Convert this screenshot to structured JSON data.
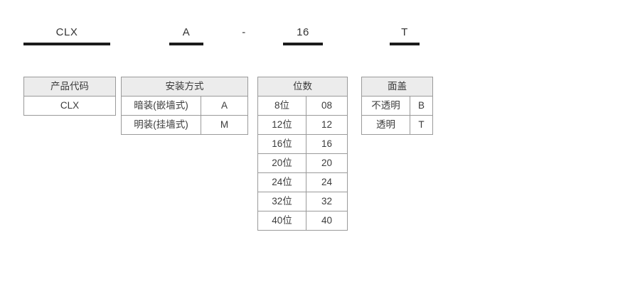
{
  "code_line": {
    "product_code": "CLX",
    "mounting": "A",
    "separator": "-",
    "ways": "16",
    "cover": "T"
  },
  "tables": {
    "product_code": {
      "header": "产品代码",
      "rows": [
        [
          "CLX"
        ]
      ]
    },
    "mounting": {
      "header": "安装方式",
      "rows": [
        [
          "暗装(嵌墙式)",
          "A"
        ],
        [
          "明装(挂墙式)",
          "M"
        ]
      ]
    },
    "ways": {
      "header": "位数",
      "rows": [
        [
          "8位",
          "08"
        ],
        [
          "12位",
          "12"
        ],
        [
          "16位",
          "16"
        ],
        [
          "20位",
          "20"
        ],
        [
          "24位",
          "24"
        ],
        [
          "32位",
          "32"
        ],
        [
          "40位",
          "40"
        ]
      ]
    },
    "cover": {
      "header": "面盖",
      "rows": [
        [
          "不透明",
          "B"
        ],
        [
          "透明",
          "T"
        ]
      ]
    }
  },
  "colors": {
    "header_bg": "#ececec",
    "border": "#9a9a9a",
    "underline_bar": "#1c1c1c",
    "text": "#3b3b3b",
    "background": "#ffffff"
  }
}
